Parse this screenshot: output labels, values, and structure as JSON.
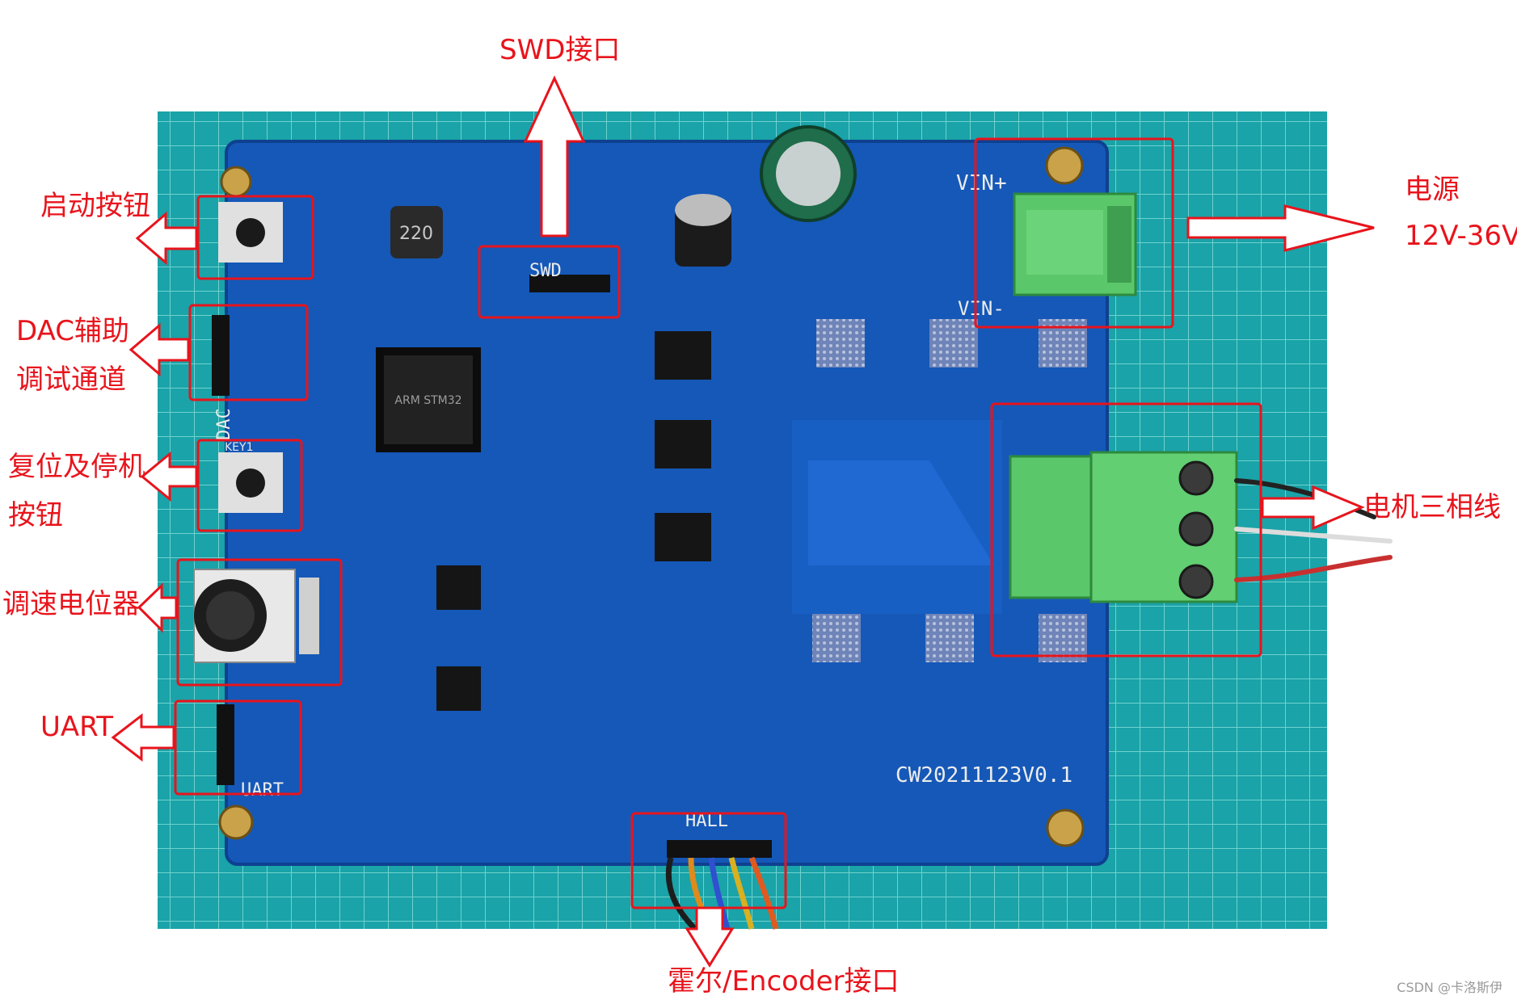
{
  "colors": {
    "annotation": "#e8141c",
    "mat": "#1aa3a8",
    "pcb": "#1558b8",
    "terminal": "#5ac86a",
    "watermark": "#9a9a9a"
  },
  "annotations": {
    "swd": "SWD接口",
    "start_button": "启动按钮",
    "dac_line1": "DAC辅助",
    "dac_line2": "调试通道",
    "reset_line1": "复位及停机",
    "reset_line2": "按钮",
    "speed_pot": "调速电位器",
    "uart": "UART",
    "hall": "霍尔/Encoder接口",
    "power_line1": "电源",
    "power_line2": "12V-36V",
    "motor": "电机三相线"
  },
  "board": {
    "model": "CW20211123V0.1",
    "silk_vin_plus": "VIN+",
    "silk_vin_minus": "VIN-",
    "silk_swd": "SWD",
    "silk_hall": "HALL",
    "silk_uart": "UART",
    "silk_dac": "DAC",
    "silk_key": "KEY1",
    "silk_inductor": "220",
    "chip_text": "ARM STM32"
  },
  "watermark": "CSDN @卡洛斯伊"
}
